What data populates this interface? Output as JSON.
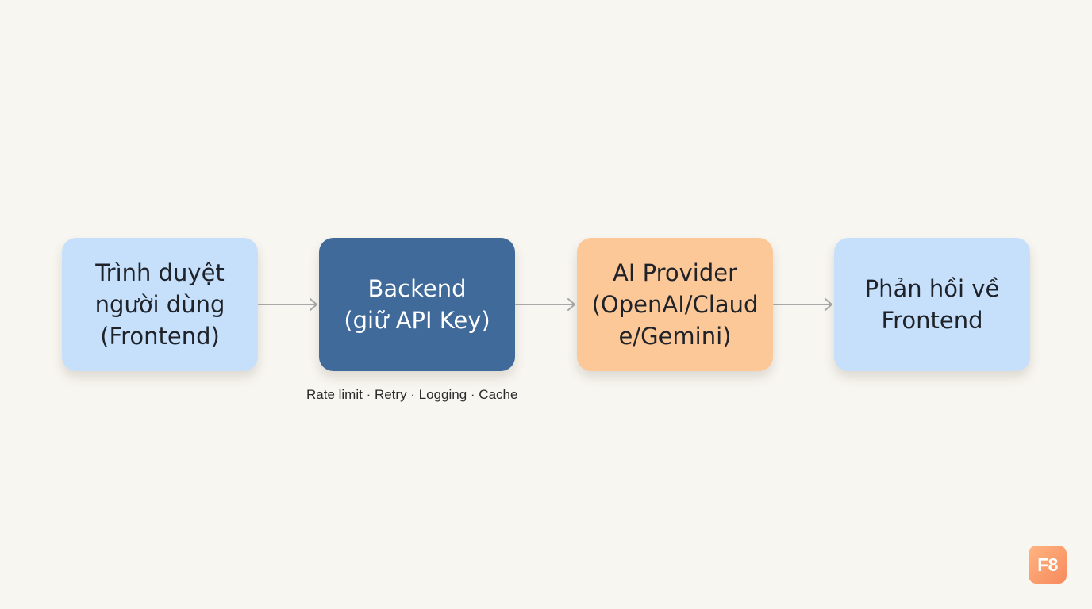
{
  "nodes": [
    {
      "label": "Trình duyệt\nngười dùng\n(Frontend)",
      "fill": "#c6e0fb",
      "text_color": "#1f2329"
    },
    {
      "label": "Backend\n(giữ API Key)",
      "fill": "#3f6a9a",
      "text_color": "#ffffff"
    },
    {
      "label": "AI Provider\n(OpenAI/Claud\ne/Gemini)",
      "fill": "#fdc897",
      "text_color": "#1f2329"
    },
    {
      "label": "Phản hồi về\nFrontend",
      "fill": "#c6e0fb",
      "text_color": "#1f2329"
    }
  ],
  "backend_note": "Rate limit · Retry · Logging · Cache",
  "arrow_color": "#a9a9a9",
  "logo": {
    "text": "F8"
  }
}
